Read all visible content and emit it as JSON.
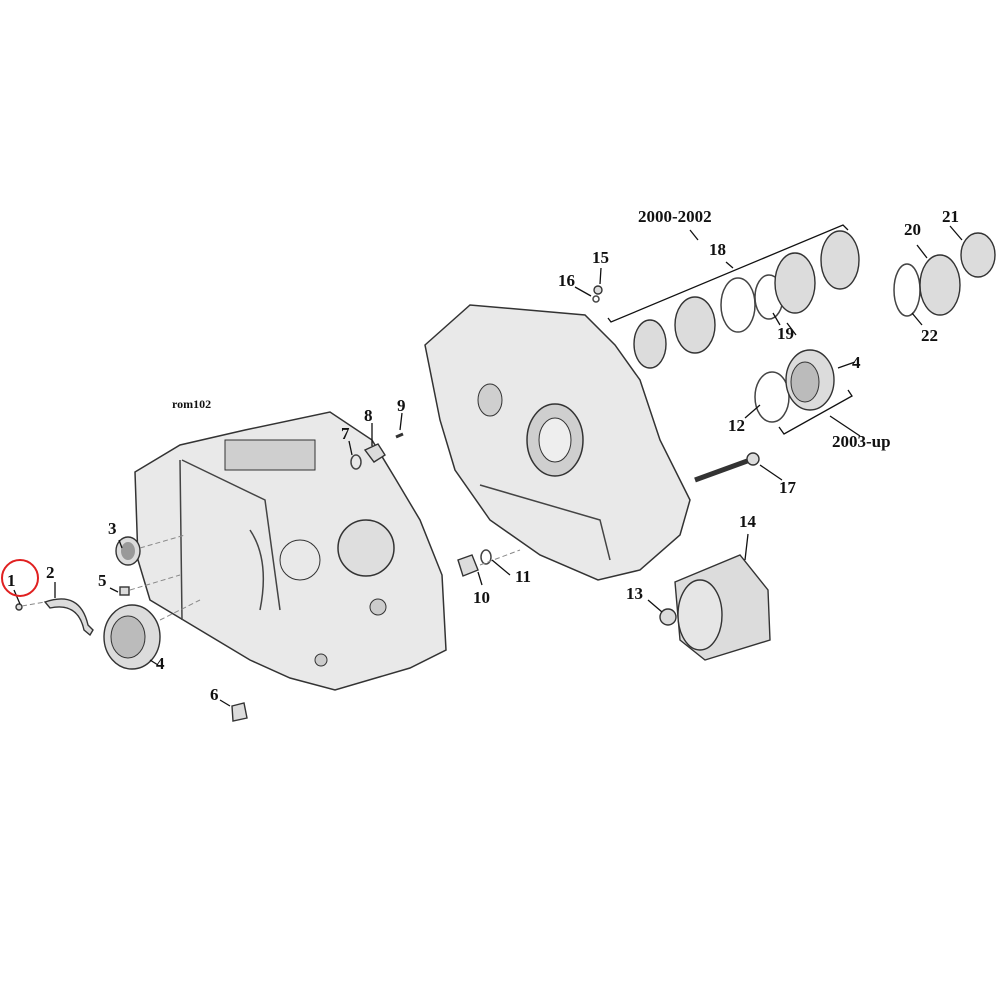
{
  "diagram": {
    "reference_code": "rom102",
    "highlight_color": "#e02020",
    "highlighted_callout": "1",
    "group_labels": [
      "2000-2002",
      "2003-up"
    ],
    "callouts": [
      "1",
      "2",
      "3",
      "4",
      "5",
      "6",
      "7",
      "8",
      "9",
      "10",
      "11",
      "12",
      "13",
      "14",
      "15",
      "16",
      "17",
      "18",
      "19",
      "4",
      "20",
      "21",
      "22"
    ]
  }
}
